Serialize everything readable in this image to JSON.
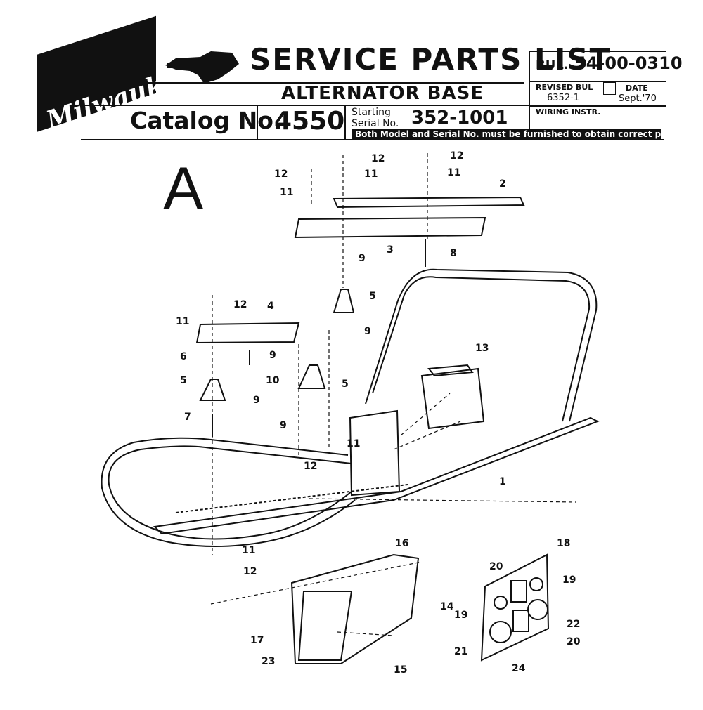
{
  "header": {
    "brand": "Milwaukee",
    "title": "SERVICE PARTS LIST",
    "subtitle": "ALTERNATOR BASE",
    "catalog_label": "Catalog No.",
    "catalog_number": "4550",
    "starting_label": "Starting",
    "serial_label": "Serial No.",
    "serial_number": "352-1001",
    "notice": "Both Model and Serial No. must be furnished to obtain correct parts.",
    "bul_label": "BUL.",
    "bul_number": "54-00-0310",
    "revised_label": "REVISED BUL",
    "revised_number": "6352-1",
    "date_label": "DATE",
    "date_value": "Sept.'70",
    "wiring_label": "WIRING INSTR."
  },
  "diagram": {
    "section_letter": "A",
    "callouts": [
      "12",
      "11",
      "12",
      "11",
      "12",
      "11",
      "2",
      "3",
      "8",
      "9",
      "5",
      "9",
      "12",
      "4",
      "11",
      "6",
      "9",
      "10",
      "5",
      "5",
      "9",
      "7",
      "9",
      "13",
      "11",
      "12",
      "1",
      "11",
      "12",
      "16",
      "18",
      "20",
      "19",
      "14",
      "19",
      "22",
      "17",
      "21",
      "20",
      "23",
      "15",
      "24"
    ]
  },
  "colors": {
    "ink": "#111111",
    "paper": "#ffffff"
  }
}
